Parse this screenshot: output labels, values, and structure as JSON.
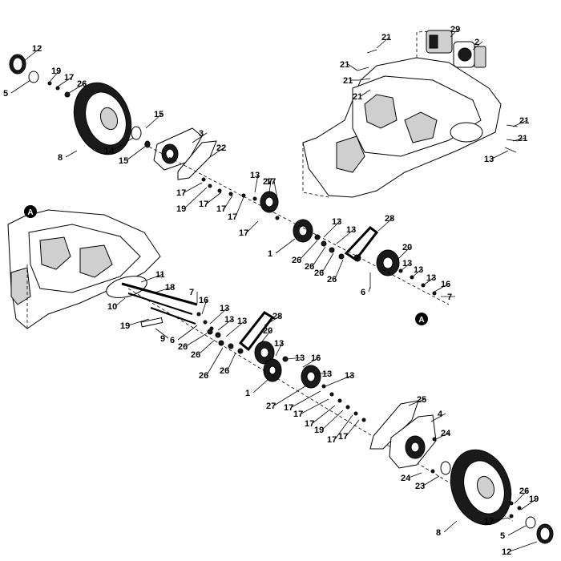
{
  "reference_markers": {
    "a_top": "A",
    "a_bottom": "A"
  },
  "callouts": [
    {
      "id": "c1",
      "text": "12"
    },
    {
      "id": "c2",
      "text": "5"
    },
    {
      "id": "c3",
      "text": "19"
    },
    {
      "id": "c4",
      "text": "17"
    },
    {
      "id": "c5",
      "text": "26"
    },
    {
      "id": "c6",
      "text": "8"
    },
    {
      "id": "c7",
      "text": "15"
    },
    {
      "id": "c8",
      "text": "14"
    },
    {
      "id": "c9",
      "text": "15"
    },
    {
      "id": "c10",
      "text": "3"
    },
    {
      "id": "c11",
      "text": "22"
    },
    {
      "id": "c12",
      "text": "21"
    },
    {
      "id": "c13",
      "text": "29"
    },
    {
      "id": "c14",
      "text": "2"
    },
    {
      "id": "c15",
      "text": "21"
    },
    {
      "id": "c16",
      "text": "21"
    },
    {
      "id": "c17",
      "text": "21"
    },
    {
      "id": "c18",
      "text": "21"
    },
    {
      "id": "c19",
      "text": "21"
    },
    {
      "id": "c20",
      "text": "13"
    },
    {
      "id": "c21",
      "text": "13"
    },
    {
      "id": "c22",
      "text": "27"
    },
    {
      "id": "c23",
      "text": "17"
    },
    {
      "id": "c24",
      "text": "17"
    },
    {
      "id": "c25",
      "text": "19"
    },
    {
      "id": "c26",
      "text": "17"
    },
    {
      "id": "c27",
      "text": "17"
    },
    {
      "id": "c28",
      "text": "17"
    },
    {
      "id": "c29",
      "text": "17"
    },
    {
      "id": "c30",
      "text": "13"
    },
    {
      "id": "c31",
      "text": "13"
    },
    {
      "id": "c32",
      "text": "28"
    },
    {
      "id": "c33",
      "text": "1"
    },
    {
      "id": "c34",
      "text": "26"
    },
    {
      "id": "c35",
      "text": "26"
    },
    {
      "id": "c36",
      "text": "26"
    },
    {
      "id": "c37",
      "text": "26"
    },
    {
      "id": "c38",
      "text": "20"
    },
    {
      "id": "c39",
      "text": "13"
    },
    {
      "id": "c40",
      "text": "13"
    },
    {
      "id": "c41",
      "text": "13"
    },
    {
      "id": "c42",
      "text": "16"
    },
    {
      "id": "c43",
      "text": "7"
    },
    {
      "id": "c44",
      "text": "6"
    },
    {
      "id": "c45",
      "text": "11"
    },
    {
      "id": "c46",
      "text": "18"
    },
    {
      "id": "c47",
      "text": "10"
    },
    {
      "id": "c48",
      "text": "7"
    },
    {
      "id": "c49",
      "text": "16"
    },
    {
      "id": "c50",
      "text": "13"
    },
    {
      "id": "c51",
      "text": "13"
    },
    {
      "id": "c52",
      "text": "13"
    },
    {
      "id": "c53",
      "text": "28"
    },
    {
      "id": "c54",
      "text": "19"
    },
    {
      "id": "c55",
      "text": "9"
    },
    {
      "id": "c56",
      "text": "6"
    },
    {
      "id": "c57",
      "text": "26"
    },
    {
      "id": "c58",
      "text": "26"
    },
    {
      "id": "c59",
      "text": "26"
    },
    {
      "id": "c60",
      "text": "26"
    },
    {
      "id": "c61",
      "text": "20"
    },
    {
      "id": "c62",
      "text": "13"
    },
    {
      "id": "c63",
      "text": "13"
    },
    {
      "id": "c64",
      "text": "16"
    },
    {
      "id": "c65",
      "text": "13"
    },
    {
      "id": "c66",
      "text": "13"
    },
    {
      "id": "c67",
      "text": "1"
    },
    {
      "id": "c68",
      "text": "27"
    },
    {
      "id": "c69",
      "text": "17"
    },
    {
      "id": "c70",
      "text": "17"
    },
    {
      "id": "c71",
      "text": "17"
    },
    {
      "id": "c72",
      "text": "19"
    },
    {
      "id": "c73",
      "text": "17"
    },
    {
      "id": "c74",
      "text": "17"
    },
    {
      "id": "c75",
      "text": "25"
    },
    {
      "id": "c76",
      "text": "4"
    },
    {
      "id": "c77",
      "text": "24"
    },
    {
      "id": "c78",
      "text": "24"
    },
    {
      "id": "c79",
      "text": "23"
    },
    {
      "id": "c80",
      "text": "26"
    },
    {
      "id": "c81",
      "text": "19"
    },
    {
      "id": "c82",
      "text": "17"
    },
    {
      "id": "c83",
      "text": "5"
    },
    {
      "id": "c84",
      "text": "8"
    },
    {
      "id": "c85",
      "text": "12"
    }
  ]
}
